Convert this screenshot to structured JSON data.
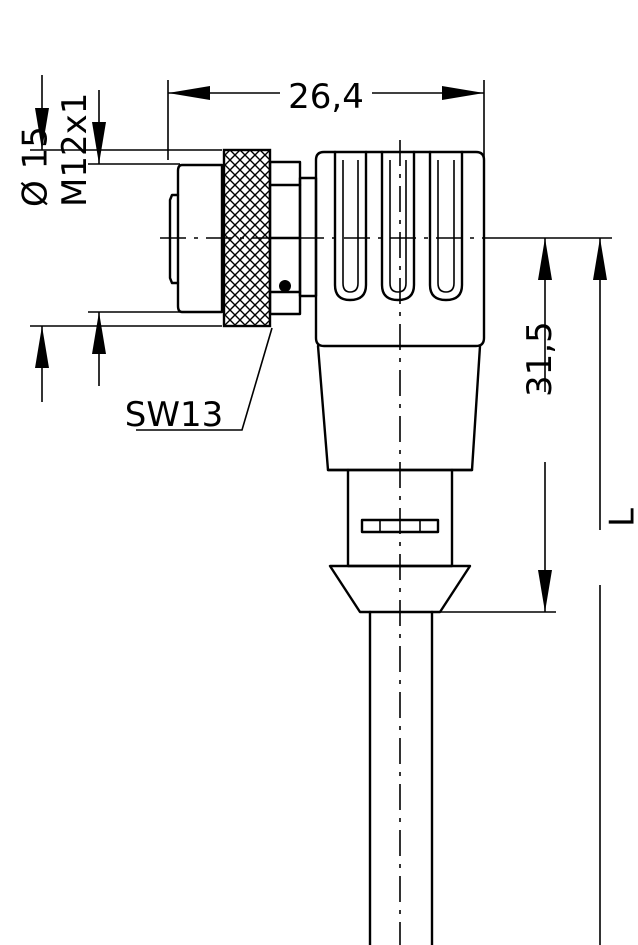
{
  "dimensions": {
    "width_top": "26,4",
    "diameter": "Ø 15",
    "thread": "M12x1",
    "wrench": "SW13",
    "height": "31,5",
    "length": "L"
  }
}
